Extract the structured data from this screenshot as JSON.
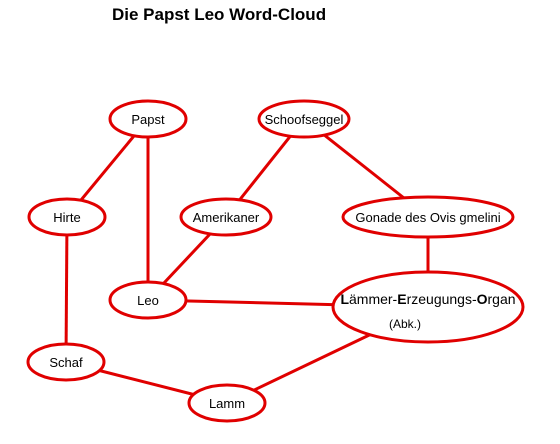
{
  "title": "Die Papst Leo Word-Cloud",
  "colors": {
    "line": "#e00000",
    "fill": "#ffffff",
    "text": "#000000"
  },
  "nodes": {
    "papst": "Papst",
    "schoofseggel": "Schoofseggel",
    "hirte": "Hirte",
    "amerikaner": "Amerikaner",
    "gonade": "Gonade des Ovis gmelini",
    "leo": "Leo",
    "schaf": "Schaf",
    "lamm": "Lamm",
    "leo_organ": {
      "l_initial": "L",
      "l_rest": "ämmer-",
      "e_initial": "E",
      "e_rest": "rzeugungs-",
      "o_initial": "O",
      "o_rest": "rgan",
      "note": "(Abk.)"
    }
  },
  "edges": [
    [
      "papst",
      "hirte"
    ],
    [
      "papst",
      "leo"
    ],
    [
      "schoofseggel",
      "amerikaner"
    ],
    [
      "schoofseggel",
      "gonade"
    ],
    [
      "amerikaner",
      "leo"
    ],
    [
      "gonade",
      "leo_organ"
    ],
    [
      "leo",
      "leo_organ"
    ],
    [
      "hirte",
      "schaf"
    ],
    [
      "schaf",
      "lamm"
    ],
    [
      "lamm",
      "leo_organ"
    ]
  ]
}
